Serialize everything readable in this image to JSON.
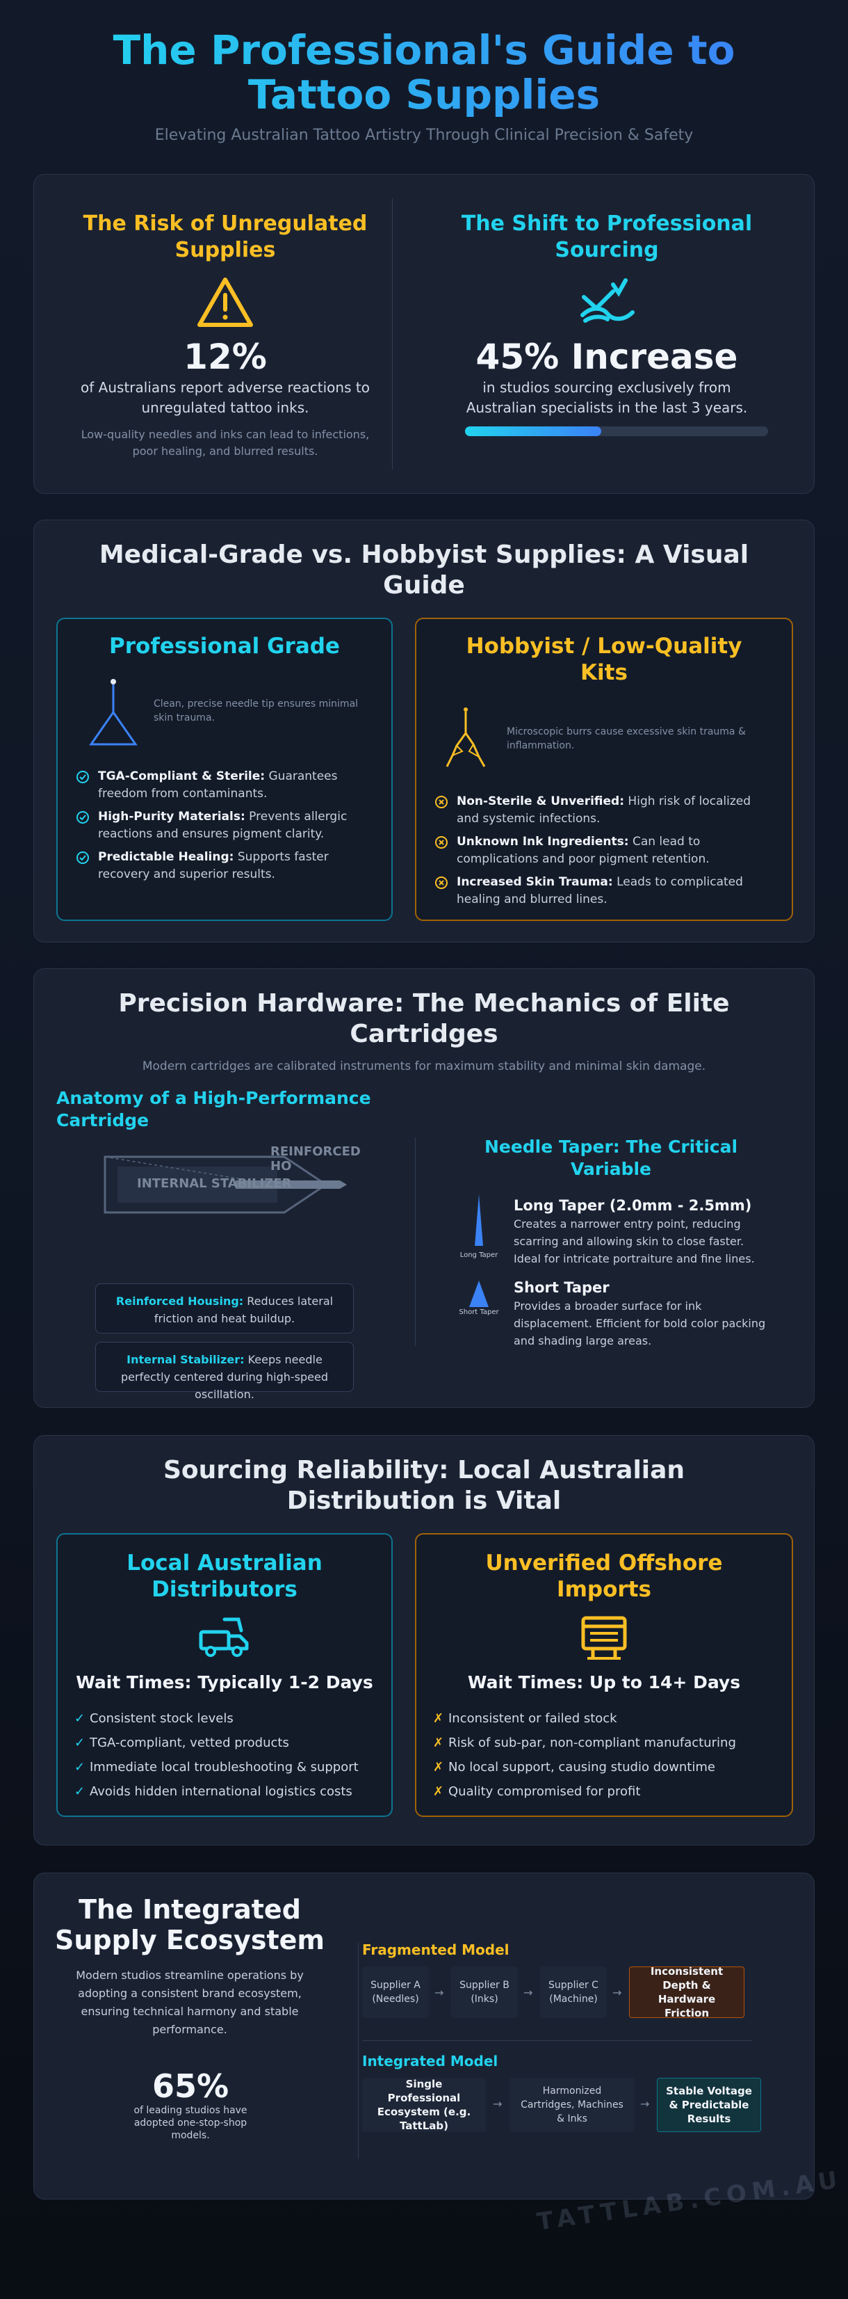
{
  "header": {
    "title": "The Professional's Guide to Tattoo Supplies",
    "subtitle": "Elevating Australian Tattoo Artistry Through Clinical Precision & Safety"
  },
  "stats": {
    "risk": {
      "heading": "The Risk of Unregulated Supplies",
      "icon": "warning-triangle-icon",
      "value": "12%",
      "text": "of Australians report adverse reactions to unregulated tattoo inks.",
      "note": "Low-quality needles and inks can lead to infections, poor healing, and blurred results."
    },
    "shift": {
      "heading": "The Shift to Professional Sourcing",
      "icon": "handshake-icon",
      "value": "45% Increase",
      "text": "in studios sourcing exclusively from Australian specialists in the last 3 years.",
      "progress_percent": 45
    }
  },
  "grades": {
    "title": "Medical-Grade vs. Hobbyist Supplies: A Visual Guide",
    "professional": {
      "title": "Professional Grade",
      "caption": "Clean, precise needle tip ensures minimal skin trauma.",
      "items": [
        {
          "bold": "TGA-Compliant & Sterile:",
          "text": " Guarantees freedom from contaminants."
        },
        {
          "bold": "High-Purity Materials:",
          "text": " Prevents allergic reactions and ensures pigment clarity."
        },
        {
          "bold": "Predictable Healing:",
          "text": " Supports faster recovery and superior results."
        }
      ]
    },
    "hobbyist": {
      "title": "Hobbyist / Low-Quality Kits",
      "caption": "Microscopic burrs cause excessive skin trauma & inflammation.",
      "items": [
        {
          "bold": "Non-Sterile & Unverified:",
          "text": " High risk of localized and systemic infections."
        },
        {
          "bold": "Unknown Ink Ingredients:",
          "text": " Can lead to complications and poor pigment retention."
        },
        {
          "bold": "Increased Skin Trauma:",
          "text": " Leads to complicated healing and blurred lines."
        }
      ]
    }
  },
  "hardware": {
    "title": "Precision Hardware: The Mechanics of Elite Cartridges",
    "subtitle": "Modern cartridges are calibrated instruments for maximum stability and minimal skin damage.",
    "anatomy_heading": "Anatomy of a High-Performance Cartridge",
    "diagram_label_housing": "REINFORCED HO",
    "diagram_label_stabilizer": "INTERNAL STABILIZER",
    "housing_box": {
      "bold": "Reinforced Housing:",
      "text": " Reduces lateral friction and heat buildup."
    },
    "stabilizer_box": {
      "bold": "Internal Stabilizer:",
      "text": " Keeps needle perfectly centered during high-speed oscillation."
    },
    "taper_heading": "Needle Taper: The Critical Variable",
    "long_taper": {
      "label": "Long Taper",
      "title": "Long Taper (2.0mm - 2.5mm)",
      "text": "Creates a narrower entry point, reducing scarring and allowing skin to close faster. Ideal for intricate portraiture and fine lines."
    },
    "short_taper": {
      "label": "Short Taper",
      "title": "Short Taper",
      "text": "Provides a broader surface for ink displacement. Efficient for bold color packing and shading large areas."
    }
  },
  "sourcing": {
    "title": "Sourcing Reliability: Local Australian Distribution is Vital",
    "local": {
      "title": "Local Australian Distributors",
      "icon": "delivery-truck-icon",
      "wait": "Wait Times: Typically 1-2 Days",
      "mark": "✓",
      "items": [
        "Consistent stock levels",
        "TGA-compliant, vetted products",
        "Immediate local troubleshooting & support",
        "Avoids hidden international logistics costs"
      ]
    },
    "offshore": {
      "title": "Unverified Offshore Imports",
      "icon": "shipping-container-icon",
      "wait": "Wait Times: Up to 14+ Days",
      "mark": "✗",
      "items": [
        "Inconsistent or failed stock",
        "Risk of sub-par, non-compliant manufacturing",
        "No local support, causing studio downtime",
        "Quality compromised for profit"
      ]
    }
  },
  "ecosystem": {
    "title": "The Integrated Supply Ecosystem",
    "text": "Modern studios streamline operations by adopting a consistent brand ecosystem, ensuring technical harmony and stable performance.",
    "stat_value": "65%",
    "stat_text": "of leading studios have adopted one-stop-shop models.",
    "fragmented": {
      "label": "Fragmented Model",
      "nodes": [
        "Supplier A (Needles)",
        "Supplier B (Inks)",
        "Supplier C (Machine)"
      ],
      "result": "Inconsistent Depth & Hardware Friction",
      "arrow": "→"
    },
    "integrated": {
      "label": "Integrated Model",
      "nodes": [
        "Single Professional Ecosystem (e.g. TattLab)",
        "Harmonized Cartridges, Machines & Inks"
      ],
      "result": "Stable Voltage & Predictable Results",
      "arrow": "→"
    }
  },
  "watermark": "TATTLAB.COM.AU",
  "colors": {
    "cyan": "#22d3ee",
    "blue": "#3b82f6",
    "amber": "#fbbf24",
    "card": "#1a2232"
  }
}
